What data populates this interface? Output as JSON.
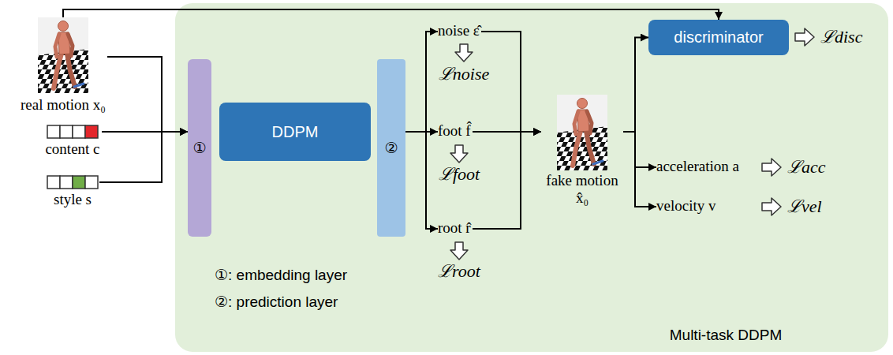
{
  "diagram": {
    "nodes": [
      {
        "text": [
          "real motion x₀"
        ]
      },
      {
        "text": [
          "content c"
        ]
      },
      {
        "text": [
          "style s"
        ]
      },
      {
        "text": [
          "Multi-task DDPM"
        ]
      },
      {
        "text": [
          "①"
        ],
        "in": 3
      },
      {
        "text": [
          "DDPM"
        ],
        "in": 3
      },
      {
        "text": [
          "②"
        ],
        "in": 3
      },
      {
        "text": [
          "noise ε̂"
        ],
        "in": 3
      },
      {
        "text": [
          "foot f̂"
        ],
        "in": 3
      },
      {
        "text": [
          "root r̂"
        ],
        "in": 3
      },
      {
        "text": [
          "fake motion x̂₀"
        ],
        "in": 3
      },
      {
        "text": [
          "discriminator"
        ],
        "in": 3
      },
      {
        "text": [
          "acceleration a"
        ],
        "in": 3
      },
      {
        "text": [
          "velocity v"
        ],
        "in": 3
      }
    ],
    "edges": [
      {
        "from": 0,
        "to": 4,
        "arrow": "to"
      },
      {
        "from": 0,
        "to": 11,
        "arrow": "to"
      },
      {
        "from": 1,
        "to": 4,
        "arrow": "to"
      },
      {
        "from": 2,
        "to": 4,
        "arrow": "to"
      },
      {
        "from": 6,
        "to": 7,
        "arrow": "to"
      },
      {
        "from": 6,
        "to": 8,
        "arrow": "to"
      },
      {
        "from": 6,
        "to": 9,
        "arrow": "to"
      },
      {
        "from": 7,
        "to": 10,
        "arrow": "to"
      },
      {
        "from": 8,
        "to": 10,
        "arrow": "to"
      },
      {
        "from": 9,
        "to": 10,
        "arrow": "to"
      },
      {
        "from": 10,
        "to": 11,
        "arrow": "to"
      },
      {
        "from": 10,
        "to": 12,
        "arrow": "to"
      },
      {
        "from": 10,
        "to": 13,
        "arrow": "to"
      }
    ],
    "labels": [
      "ℒnoise",
      "ℒfoot",
      "ℒroot",
      "ℒdisc",
      "ℒacc",
      "ℒvel",
      "①: embedding layer",
      "②: prediction layer"
    ]
  }
}
